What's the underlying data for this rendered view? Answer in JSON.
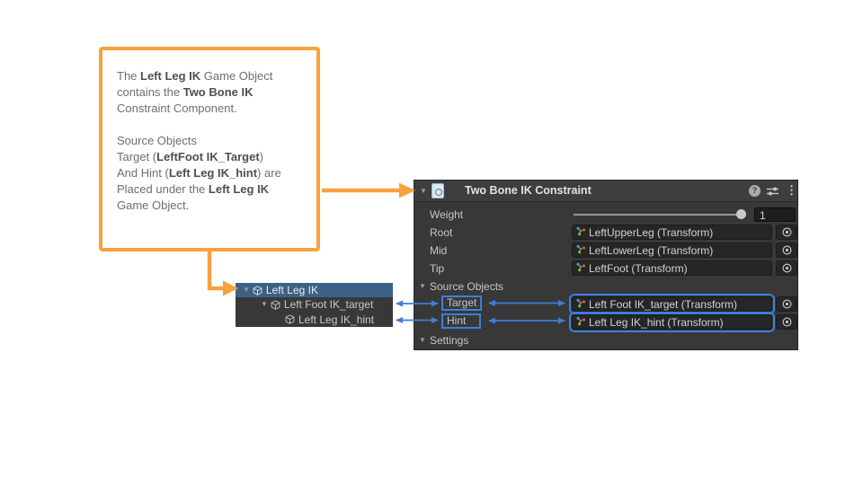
{
  "colors": {
    "annotation_orange": "#F9A13C",
    "link_blue": "#3D7EDB",
    "panel_bg": "#383838",
    "header_bg": "#3E3E3E",
    "field_bg": "#262626",
    "selection_blue": "#3D6186"
  },
  "note": {
    "lines": [
      [
        {
          "t": "The ",
          "b": false
        },
        {
          "t": "Left Leg IK",
          "b": true
        },
        {
          "t": " Game Object",
          "b": false
        }
      ],
      [
        {
          "t": "contains the ",
          "b": false
        },
        {
          "t": "Two Bone IK",
          "b": true
        }
      ],
      [
        {
          "t": "Constraint Component.",
          "b": false
        }
      ],
      [],
      [
        {
          "t": "Source Objects",
          "b": false
        }
      ],
      [
        {
          "t": "Target (",
          "b": false
        },
        {
          "t": "LeftFoot IK_Target",
          "b": true
        },
        {
          "t": ")",
          "b": false
        }
      ],
      [
        {
          "t": "And Hint (",
          "b": false
        },
        {
          "t": "Left Leg IK_hint",
          "b": true
        },
        {
          "t": ") are",
          "b": false
        }
      ],
      [
        {
          "t": "Placed under the ",
          "b": false
        },
        {
          "t": "Left Leg IK",
          "b": true
        }
      ],
      [
        {
          "t": "Game Object.",
          "b": false
        }
      ]
    ]
  },
  "hierarchy": {
    "items": [
      {
        "label": "Left Leg IK",
        "selected": true
      },
      {
        "label": "Left Foot IK_target",
        "selected": false
      },
      {
        "label": "Left Leg IK_hint",
        "selected": false
      }
    ]
  },
  "inspector": {
    "title": "Two Bone IK Constraint",
    "help_icon": "?",
    "more_icon": "⋮",
    "weight": {
      "label": "Weight",
      "value": "1"
    },
    "rows": [
      {
        "label": "Root",
        "value": "LeftUpperLeg (Transform)"
      },
      {
        "label": "Mid",
        "value": "LeftLowerLeg (Transform)"
      },
      {
        "label": "Tip",
        "value": "LeftFoot (Transform)"
      }
    ],
    "source": {
      "label": "Source Objects",
      "target_label": "Target",
      "target_value": "Left Foot IK_target (Transform)",
      "hint_label": "Hint",
      "hint_value": "Left Leg IK_hint (Transform)"
    },
    "settings_label": "Settings"
  }
}
